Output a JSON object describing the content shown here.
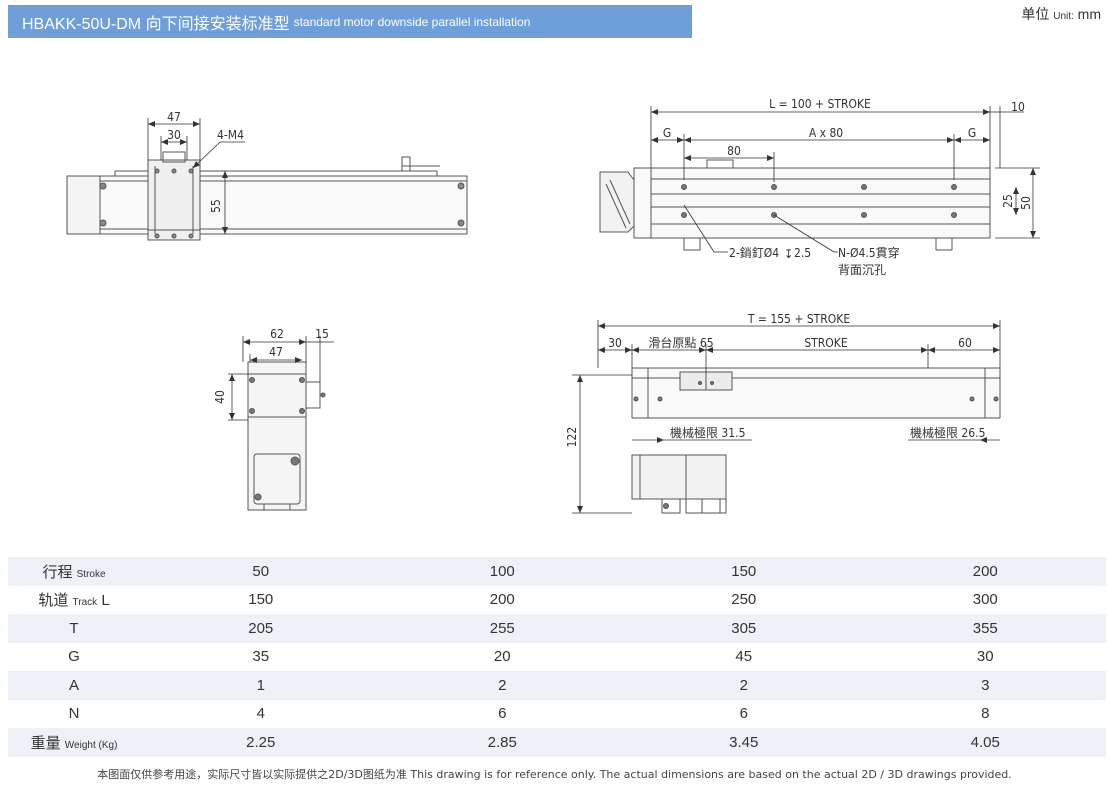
{
  "header": {
    "title_main": "HBAKK-50U-DM 向下间接安装标准型",
    "title_sub": "standard motor downside parallel installation"
  },
  "unit": {
    "label": "单位",
    "en": "Unit:",
    "value": "mm"
  },
  "drawing": {
    "top_view": {
      "dim_47": "47",
      "dim_30": "30",
      "dim_4m4": "4-M4",
      "dim_55": "55"
    },
    "side_view": {
      "dim_L": "L = 100 + STROKE",
      "dim_10": "10",
      "dim_G_left": "G",
      "dim_Ax80": "A x 80",
      "dim_G_right": "G",
      "dim_80": "80",
      "dim_25": "25",
      "dim_50": "50",
      "note_pin": "2-銷釘Ø4",
      "note_pin_depth": "2.5",
      "note_hole": "N-Ø4.5貫穿",
      "note_counterbore": "背面沉孔"
    },
    "end_view": {
      "dim_62": "62",
      "dim_15": "15",
      "dim_47": "47",
      "dim_40": "40"
    },
    "front_view": {
      "dim_T": "T = 155 + STROKE",
      "dim_30": "30",
      "dim_origin": "滑台原點 65",
      "dim_stroke": "STROKE",
      "dim_60": "60",
      "dim_122": "122",
      "limit_left": "機械極限 31.5",
      "limit_right": "機械極限 26.5"
    }
  },
  "table": {
    "rows": [
      {
        "label": "行程",
        "label_en": "Stroke",
        "values": [
          "50",
          "100",
          "150",
          "200"
        ]
      },
      {
        "label": "轨道",
        "label_en": "Track",
        "label_suffix": "L",
        "values": [
          "150",
          "200",
          "250",
          "300"
        ]
      },
      {
        "label": "T",
        "label_en": "",
        "values": [
          "205",
          "255",
          "305",
          "355"
        ]
      },
      {
        "label": "G",
        "label_en": "",
        "values": [
          "35",
          "20",
          "45",
          "30"
        ]
      },
      {
        "label": "A",
        "label_en": "",
        "values": [
          "1",
          "2",
          "2",
          "3"
        ]
      },
      {
        "label": "N",
        "label_en": "",
        "values": [
          "4",
          "6",
          "6",
          "8"
        ]
      },
      {
        "label": "重量",
        "label_en": "Weight (Kg)",
        "values": [
          "2.25",
          "2.85",
          "3.45",
          "4.05"
        ]
      }
    ]
  },
  "footnote": "本图面仅供参考用途，实际尺寸皆以实际提供之2D/3D图纸为准 This drawing is for reference only. The actual dimensions are based on the actual 2D / 3D drawings provided."
}
